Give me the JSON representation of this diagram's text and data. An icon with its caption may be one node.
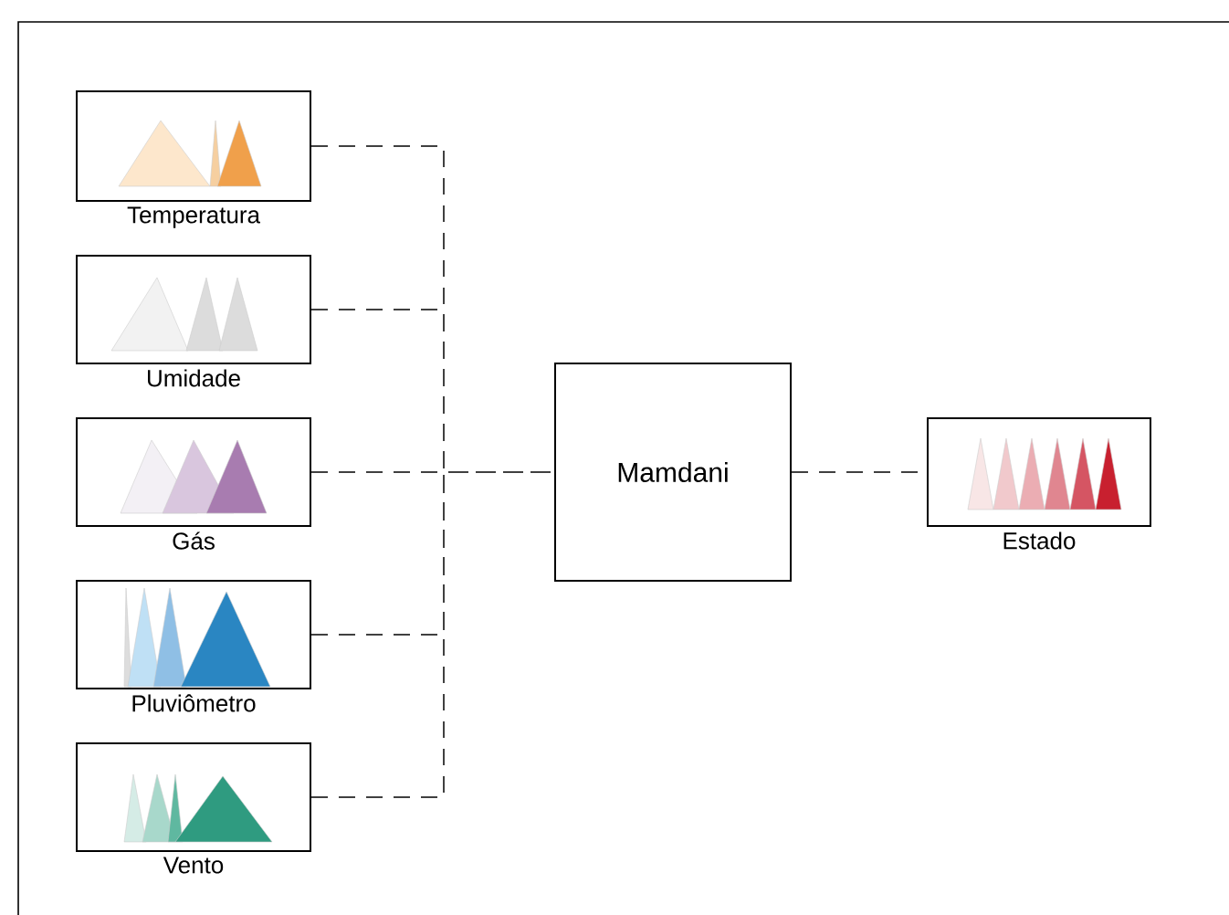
{
  "diagram": {
    "nodes": [
      {
        "text": [
          "Temperatura"
        ]
      },
      {
        "text": [
          "Umidade"
        ]
      },
      {
        "text": [
          "Gás"
        ]
      },
      {
        "text": [
          "Pluviômetro"
        ]
      },
      {
        "text": [
          "Vento"
        ]
      },
      {
        "text": [
          "Mamdani"
        ]
      },
      {
        "text": [
          "Estado"
        ]
      }
    ],
    "edges": [
      {
        "from": 0,
        "to": 5,
        "arrow": "none",
        "style": "dashed"
      },
      {
        "from": 1,
        "to": 5,
        "arrow": "none",
        "style": "dashed"
      },
      {
        "from": 2,
        "to": 5,
        "arrow": "none",
        "style": "dashed"
      },
      {
        "from": 3,
        "to": 5,
        "arrow": "none",
        "style": "dashed"
      },
      {
        "from": 4,
        "to": 5,
        "arrow": "none",
        "style": "dashed"
      },
      {
        "from": 5,
        "to": 6,
        "arrow": "none",
        "style": "dashed"
      }
    ]
  }
}
